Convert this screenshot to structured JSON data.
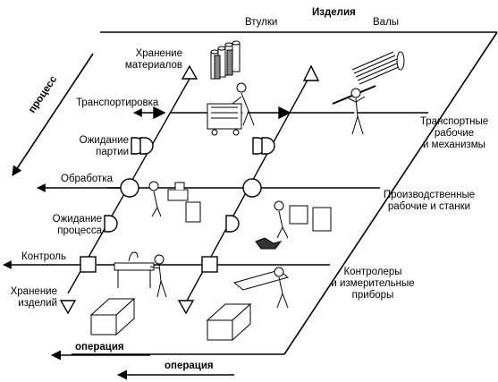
{
  "header": {
    "title": "Изделия",
    "col_bushings": "Втулки",
    "col_shafts": "Валы"
  },
  "left_labels": {
    "storage_materials": [
      "Хранение",
      "материалов"
    ],
    "transportation": "Транспортировка",
    "batch_wait": [
      "Ожидание",
      "партии"
    ],
    "processing": "Обработка",
    "process_wait": [
      "Ожидание",
      "процесса"
    ],
    "control": "Контроль",
    "storage_products": [
      "Хранение",
      "изделий"
    ]
  },
  "right_labels": {
    "transport": [
      "Транспортные",
      "рабочие",
      "и механизмы"
    ],
    "production": [
      "Производственные",
      "рабочие и станки"
    ],
    "controllers": [
      "Контролеры",
      "и измерительные",
      "приборы"
    ]
  },
  "axes": {
    "process": "процесс",
    "operation_1": "операция",
    "operation_2": "операция"
  },
  "legend_symbols": {
    "storage": "triangle",
    "transport": "arrow",
    "wait": "D-shape",
    "processing": "circle",
    "control": "square"
  }
}
